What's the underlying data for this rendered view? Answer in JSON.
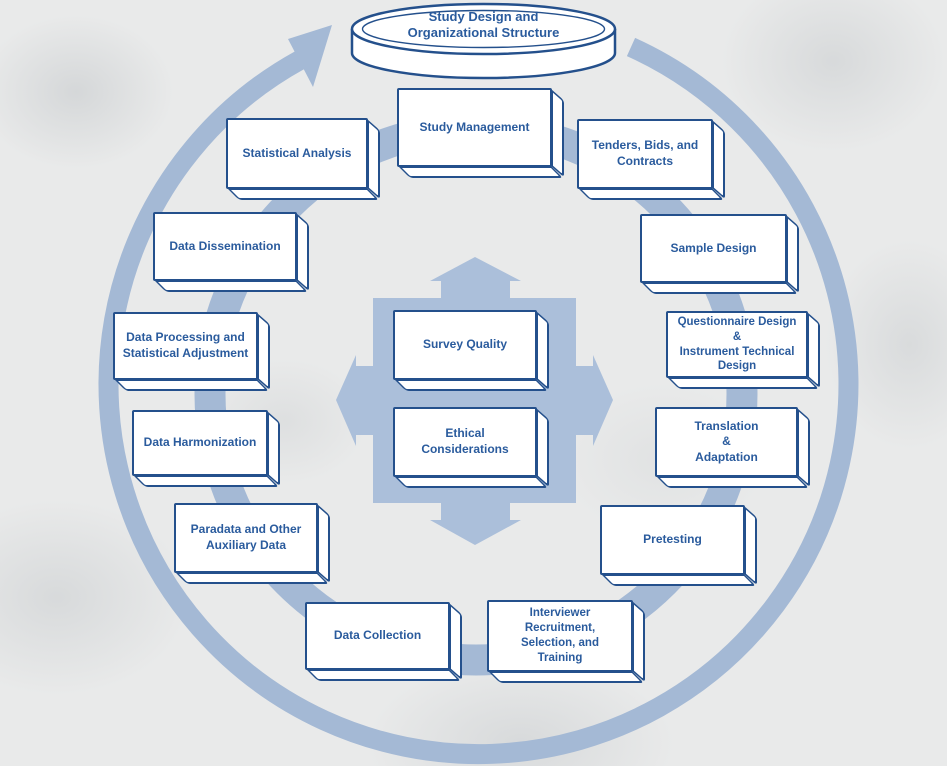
{
  "palette": {
    "page_bg": "#e9eaea",
    "box_bg": "#ffffff",
    "navy": "#24508c",
    "text": "#2a5b9d",
    "band": "#a4b9d5",
    "cross": "#abbfda"
  },
  "cylinder": {
    "label": "Study Design and\nOrganizational Structure"
  },
  "center": [
    {
      "id": "survey-quality",
      "label": "Survey Quality"
    },
    {
      "id": "ethical-considerations",
      "label": "Ethical\nConsiderations"
    }
  ],
  "nodes": [
    {
      "id": "study-management",
      "label": "Study Management"
    },
    {
      "id": "tenders-bids-contracts",
      "label": "Tenders, Bids, and\nContracts"
    },
    {
      "id": "sample-design",
      "label": "Sample Design"
    },
    {
      "id": "questionnaire-design",
      "label": "Questionnaire Design\n&\nInstrument Technical\nDesign"
    },
    {
      "id": "translation-adaptation",
      "label": "Translation\n&\nAdaptation"
    },
    {
      "id": "pretesting",
      "label": "Pretesting"
    },
    {
      "id": "interviewer-recruitment",
      "label": "Interviewer\nRecruitment,\nSelection, and\nTraining"
    },
    {
      "id": "data-collection",
      "label": "Data Collection"
    },
    {
      "id": "paradata-auxiliary-data",
      "label": "Paradata and Other\nAuxiliary Data"
    },
    {
      "id": "data-harmonization",
      "label": "Data Harmonization"
    },
    {
      "id": "data-processing",
      "label": "Data Processing and\nStatistical Adjustment"
    },
    {
      "id": "data-dissemination",
      "label": "Data Dissemination"
    },
    {
      "id": "statistical-analysis",
      "label": "Statistical Analysis"
    }
  ]
}
